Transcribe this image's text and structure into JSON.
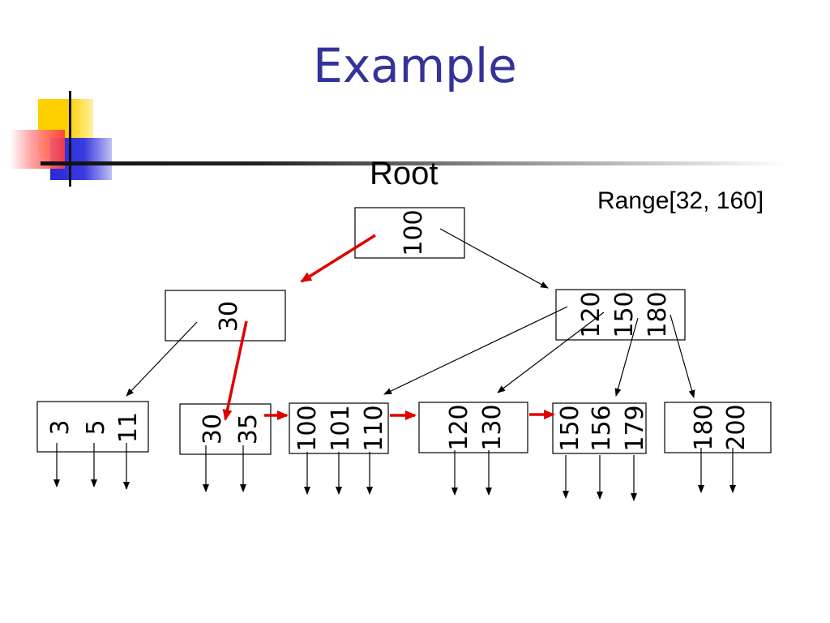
{
  "slide": {
    "title": "Example",
    "root_label": "Root",
    "range_label": "Range[32, 160]"
  },
  "tree": {
    "root": {
      "keys": [
        "100"
      ]
    },
    "internal": [
      {
        "keys": [
          "30"
        ]
      },
      {
        "keys": [
          "120",
          "150",
          "180"
        ]
      }
    ],
    "leaves": [
      {
        "keys": [
          "3",
          "5",
          "11"
        ]
      },
      {
        "keys": [
          "30",
          "35"
        ]
      },
      {
        "keys": [
          "100",
          "101",
          "110"
        ]
      },
      {
        "keys": [
          "120",
          "130"
        ]
      },
      {
        "keys": [
          "150",
          "156",
          "179"
        ]
      },
      {
        "keys": [
          "180",
          "200"
        ]
      }
    ],
    "colors": {
      "search_path": "#e00000",
      "node_border": "#000000",
      "title": "#333399"
    }
  }
}
